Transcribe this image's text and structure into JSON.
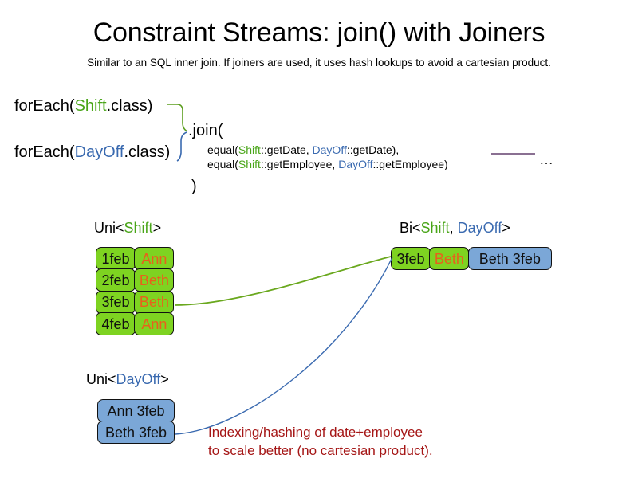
{
  "slide": {
    "title": "Constraint Streams: join() with Joiners",
    "subtitle": "Similar to an SQL inner join. If joiners are used, it uses hash lookups to avoid a cartesian product."
  },
  "code": {
    "foreach_shift": {
      "prefix": "forEach(",
      "type": "Shift",
      "suffix": ".class)"
    },
    "foreach_dayoff": {
      "prefix": "forEach(",
      "type": "DayOff",
      "suffix": ".class)"
    },
    "join_open": ".join(",
    "join_close": ")",
    "join_args": [
      {
        "call_open": "equal(",
        "left_type": "Shift",
        "left_ref": "::getDate, ",
        "right_type": "DayOff",
        "right_ref": "::getDate),"
      },
      {
        "call_open": "equal(",
        "left_type": "Shift",
        "left_ref": "::getEmployee, ",
        "right_type": "DayOff",
        "right_ref": "::getEmployee)"
      }
    ],
    "ellipsis": "…"
  },
  "streams": {
    "uni_shift": {
      "label_prefix": "Uni<",
      "label_type": "Shift",
      "label_suffix": ">",
      "rows": [
        {
          "date": "1feb",
          "employee": "Ann"
        },
        {
          "date": "2feb",
          "employee": "Beth"
        },
        {
          "date": "3feb",
          "employee": "Beth"
        },
        {
          "date": "4feb",
          "employee": "Ann"
        }
      ]
    },
    "uni_dayoff": {
      "label_prefix": "Uni<",
      "label_type": "DayOff",
      "label_suffix": ">",
      "rows": [
        {
          "value": "Ann 3feb"
        },
        {
          "value": "Beth 3feb"
        }
      ]
    },
    "bi": {
      "label_prefix": "Bi<",
      "label_type_a": "Shift",
      "label_separator": ", ",
      "label_type_b": "DayOff",
      "label_suffix": ">",
      "row": {
        "date": "3feb",
        "employee": "Beth",
        "dayoff": "Beth 3feb"
      }
    }
  },
  "annotation": {
    "line1": "Indexing/hashing of date+employee",
    "line2": "to scale better (no cartesian product)."
  },
  "colors": {
    "shift_green": "#49a518",
    "dayoff_blue": "#3a6ab0",
    "box_green": "#7ed321",
    "box_blue": "#7ba7d7",
    "employee_orange": "#e8601c",
    "annotation_red": "#a51616",
    "underline_purple": "#7a5c82"
  }
}
